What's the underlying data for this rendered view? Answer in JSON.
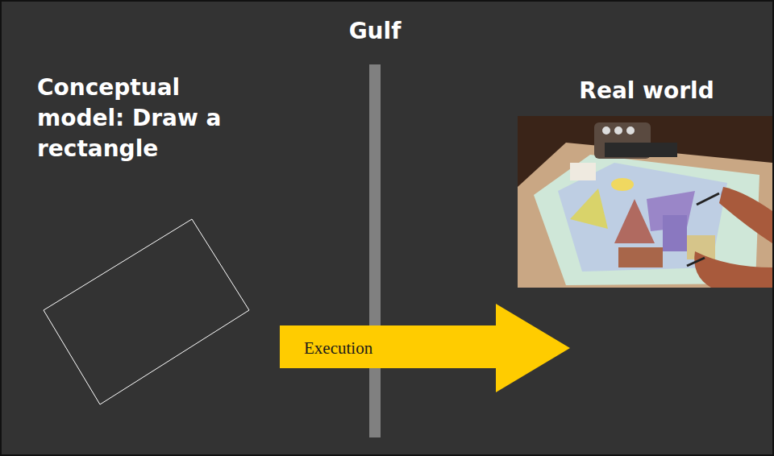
{
  "diagram": {
    "title": "Gulf",
    "nodes": [
      {
        "text": [
          "Execution"
        ]
      }
    ],
    "labels": [
      "Conceptual model: Draw a rectangle",
      "Real world"
    ]
  }
}
